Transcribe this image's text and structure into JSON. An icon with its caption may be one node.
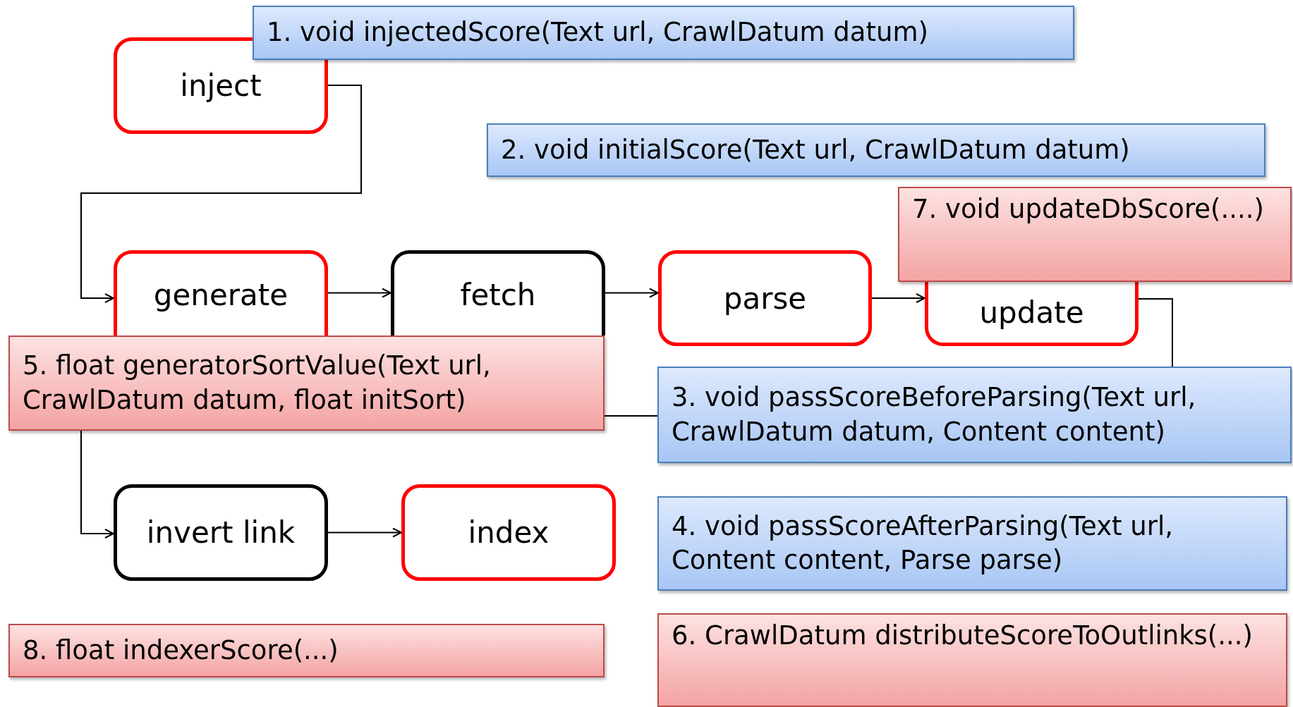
{
  "diagram": {
    "nodes": [
      {
        "text": [
          "1. void injectedScore(Text url, CrawlDatum datum)"
        ]
      },
      {
        "text": [
          "inject"
        ]
      },
      {
        "text": [
          "2. void initialScore(Text url, CrawlDatum datum)"
        ]
      },
      {
        "text": [
          "7. void updateDbScore(....)"
        ]
      },
      {
        "text": [
          "generate"
        ]
      },
      {
        "text": [
          "fetch"
        ]
      },
      {
        "text": [
          "parse"
        ]
      },
      {
        "text": [
          "update"
        ]
      },
      {
        "text": [
          "5. float generatorSortValue(Text url, CrawlDatum datum, float initSort)"
        ]
      },
      {
        "text": [
          "3. void passScoreBeforeParsing(Text url, CrawlDatum datum, Content content)"
        ]
      },
      {
        "text": [
          "invert link"
        ]
      },
      {
        "text": [
          "index"
        ]
      },
      {
        "text": [
          "4. void passScoreAfterParsing(Text url, Content content, Parse parse)"
        ]
      },
      {
        "text": [
          "8. float indexerScore(...)"
        ]
      },
      {
        "text": [
          "6. CrawlDatum distributeScoreToOutlinks(...)"
        ]
      }
    ],
    "edges": [
      {
        "from": 1,
        "to": 4,
        "arrow": "to"
      },
      {
        "from": 4,
        "to": 5,
        "arrow": "to"
      },
      {
        "from": 5,
        "to": 6,
        "arrow": "to"
      },
      {
        "from": 6,
        "to": 7,
        "arrow": "to"
      },
      {
        "from": 7,
        "to": 9,
        "arrow": "none"
      },
      {
        "from": 9,
        "to": 8,
        "arrow": "none"
      },
      {
        "from": 8,
        "to": 10,
        "arrow": "to"
      },
      {
        "from": 10,
        "to": 11,
        "arrow": "to"
      }
    ]
  }
}
